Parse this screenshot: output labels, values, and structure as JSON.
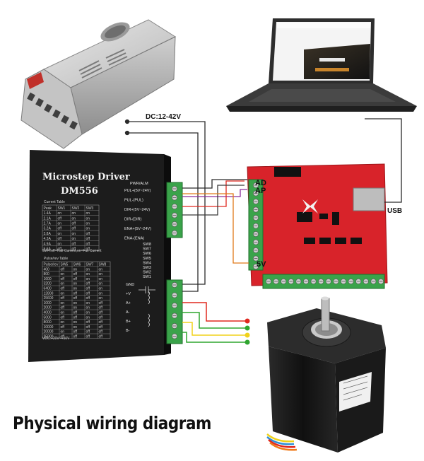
{
  "diagram": {
    "caption": "Physical wiring diagram",
    "dc_label": "DC:12-42V",
    "usb_label": "USB",
    "board_labels": {
      "ad": "AD",
      "ap": "AP",
      "v5": "5V"
    },
    "driver": {
      "title": "Microstep Driver",
      "model": "DM556",
      "pwr_alm": "PWR/ALM",
      "signals": [
        "PUL+(5V~24V)",
        "PUL-(PUL)",
        "DIR+(5V~24V)",
        "DIR-(DIR)",
        "ENA+(5V~24V)",
        "ENA-(ENA)"
      ],
      "sw_labels": [
        "SW8",
        "SW7",
        "SW6",
        "SW5",
        "SW4",
        "SW3",
        "SW2",
        "SW1"
      ],
      "power_terms": [
        "GND",
        "+V",
        "A+",
        "A-",
        "B+",
        "B-"
      ],
      "vdc": "VDC:+20V~+50V",
      "current_table": {
        "title": "Current Table",
        "headers": [
          "Peak",
          "SW1",
          "SW2",
          "SW3"
        ],
        "rows": [
          [
            "1.4A",
            "on",
            "on",
            "on"
          ],
          [
            "2.1A",
            "off",
            "on",
            "on"
          ],
          [
            "2.7A",
            "on",
            "off",
            "on"
          ],
          [
            "3.2A",
            "off",
            "off",
            "on"
          ],
          [
            "3.8A",
            "on",
            "on",
            "off"
          ],
          [
            "4.3A",
            "off",
            "on",
            "off"
          ],
          [
            "4.9A",
            "on",
            "off",
            "off"
          ],
          [
            "5.6A",
            "off",
            "off",
            "off"
          ]
        ]
      },
      "sw4_note": "SW4:off=Half Current,on=Full Current",
      "pulse_table": {
        "title": "Pulse/rev Table",
        "headers": [
          "Pulse/rev",
          "SW5",
          "SW6",
          "SW7",
          "SW8"
        ],
        "rows": [
          [
            "400",
            "off",
            "on",
            "on",
            "on"
          ],
          [
            "800",
            "on",
            "off",
            "on",
            "on"
          ],
          [
            "1600",
            "off",
            "off",
            "on",
            "on"
          ],
          [
            "3200",
            "on",
            "on",
            "off",
            "on"
          ],
          [
            "6400",
            "off",
            "on",
            "off",
            "on"
          ],
          [
            "12800",
            "on",
            "off",
            "off",
            "on"
          ],
          [
            "25600",
            "off",
            "off",
            "off",
            "on"
          ],
          [
            "1000",
            "on",
            "on",
            "on",
            "off"
          ],
          [
            "2000",
            "off",
            "on",
            "on",
            "off"
          ],
          [
            "4000",
            "on",
            "off",
            "on",
            "off"
          ],
          [
            "5000",
            "off",
            "off",
            "on",
            "off"
          ],
          [
            "8000",
            "on",
            "on",
            "off",
            "off"
          ],
          [
            "10000",
            "off",
            "on",
            "off",
            "off"
          ],
          [
            "20000",
            "on",
            "off",
            "off",
            "off"
          ],
          [
            "25000",
            "off",
            "off",
            "off",
            "off"
          ]
        ]
      }
    },
    "colors": {
      "board_red": "#d8232a",
      "terminal_green": "#3aa34a",
      "driver_black": "#1c1c1c",
      "wire_red": "#e0281f",
      "wire_green": "#2fa52f",
      "wire_yellow": "#f0d21a",
      "wire_orange": "#e07a1a",
      "wire_purple": "#8a2b9a"
    }
  }
}
